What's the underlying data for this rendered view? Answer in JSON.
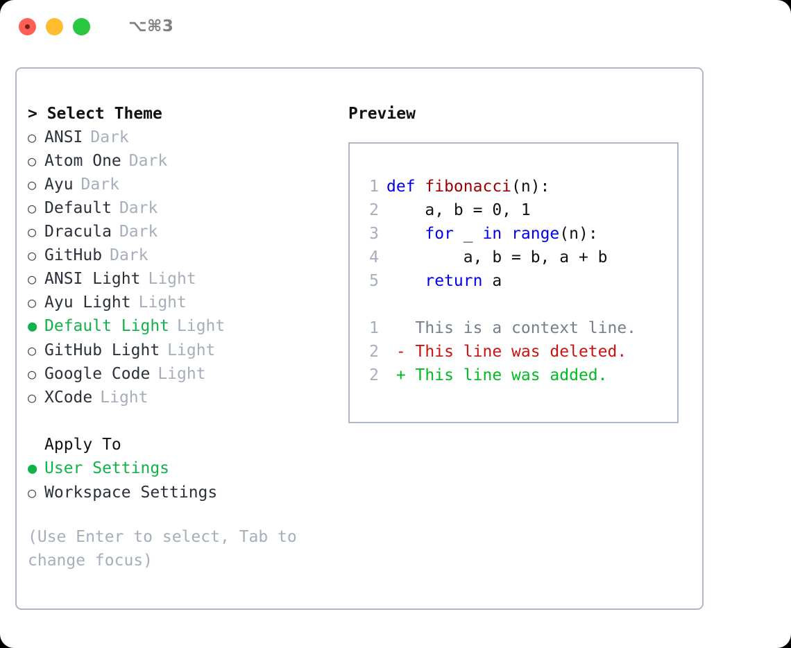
{
  "titlebar": {
    "shortcut": "⌥⌘3",
    "dots": [
      "close-dot",
      "minimize-dot",
      "maximize-dot"
    ]
  },
  "left": {
    "list_title": "> Select Theme",
    "themes": [
      {
        "bullet": "○",
        "name": "ANSI",
        "variant": "Dark",
        "selected": false
      },
      {
        "bullet": "○",
        "name": "Atom One",
        "variant": "Dark",
        "selected": false
      },
      {
        "bullet": "○",
        "name": "Ayu",
        "variant": "Dark",
        "selected": false
      },
      {
        "bullet": "○",
        "name": "Default",
        "variant": "Dark",
        "selected": false
      },
      {
        "bullet": "○",
        "name": "Dracula",
        "variant": "Dark",
        "selected": false
      },
      {
        "bullet": "○",
        "name": "GitHub",
        "variant": "Dark",
        "selected": false
      },
      {
        "bullet": "○",
        "name": "ANSI Light",
        "variant": "Light",
        "selected": false
      },
      {
        "bullet": "○",
        "name": "Ayu Light",
        "variant": "Light",
        "selected": false
      },
      {
        "bullet": "●",
        "name": "Default Light",
        "variant": "Light",
        "selected": true
      },
      {
        "bullet": "○",
        "name": "GitHub Light",
        "variant": "Light",
        "selected": false
      },
      {
        "bullet": "○",
        "name": "Google Code",
        "variant": "Light",
        "selected": false
      },
      {
        "bullet": "○",
        "name": "XCode",
        "variant": "Light",
        "selected": false
      }
    ],
    "apply_title": "Apply To",
    "apply_options": [
      {
        "bullet": "●",
        "label": "User Settings",
        "selected": true
      },
      {
        "bullet": "○",
        "label": "Workspace Settings",
        "selected": false
      }
    ],
    "hint": "(Use Enter to select, Tab to change focus)"
  },
  "right": {
    "preview_title": "Preview",
    "code_lines": [
      {
        "no": "1",
        "tokens": [
          {
            "t": "def ",
            "c": "kw"
          },
          {
            "t": "fibonacci",
            "c": "fn"
          },
          {
            "t": "(n):",
            "c": "txt"
          }
        ]
      },
      {
        "no": "2",
        "tokens": [
          {
            "t": "    a, b = 0, 1",
            "c": "txt"
          }
        ]
      },
      {
        "no": "3",
        "tokens": [
          {
            "t": "    ",
            "c": "txt"
          },
          {
            "t": "for",
            "c": "kw"
          },
          {
            "t": " _ ",
            "c": "txt"
          },
          {
            "t": "in",
            "c": "kw"
          },
          {
            "t": " ",
            "c": "txt"
          },
          {
            "t": "range",
            "c": "kw"
          },
          {
            "t": "(n):",
            "c": "txt"
          }
        ]
      },
      {
        "no": "4",
        "tokens": [
          {
            "t": "        a, b = b, a + b",
            "c": "txt"
          }
        ]
      },
      {
        "no": "5",
        "tokens": [
          {
            "t": "    ",
            "c": "txt"
          },
          {
            "t": "return",
            "c": "kw"
          },
          {
            "t": " a",
            "c": "txt"
          }
        ]
      }
    ],
    "diff_lines": [
      {
        "no": "1",
        "tokens": [
          {
            "t": "   This is a context line.",
            "c": "ctx"
          }
        ]
      },
      {
        "no": "2",
        "tokens": [
          {
            "t": " - This line was deleted.",
            "c": "del"
          }
        ]
      },
      {
        "no": "2",
        "tokens": [
          {
            "t": " + This line was added.",
            "c": "add"
          }
        ]
      }
    ]
  },
  "colors": {
    "accent_green": "#12b24a",
    "keyword_blue": "#0000ee",
    "function_red": "#9c0000",
    "diff_add": "#00bb22",
    "diff_del": "#cc1111",
    "muted": "#a6aebb",
    "border": "#aeb8c4"
  }
}
